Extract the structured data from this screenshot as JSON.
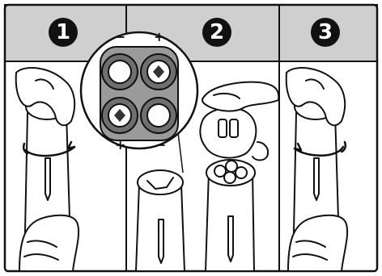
{
  "steps": [
    {
      "number": "1"
    },
    {
      "number": "2"
    },
    {
      "number": "3"
    }
  ],
  "polarity": {
    "top_left": "−",
    "top_right": "+",
    "bottom_left": "+",
    "bottom_right": "−"
  },
  "colors": {
    "header_band": "#cfcfcf",
    "outline": "#111111",
    "battery_ring": "#6f6f6f",
    "battery_face": "#ffffff",
    "background": "#ffffff"
  }
}
